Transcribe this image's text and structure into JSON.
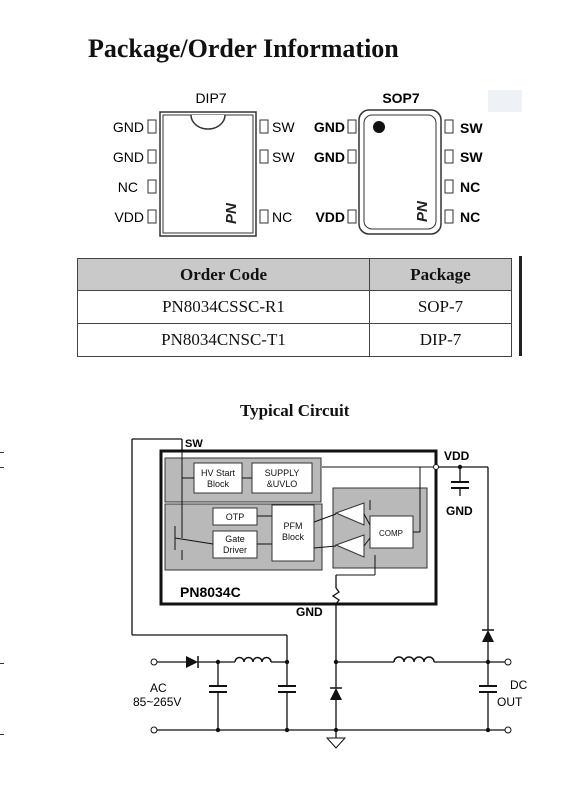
{
  "heading": "Package/Order Information",
  "dip7": {
    "name": "DIP7",
    "left_pins": [
      "GND",
      "GND",
      "NC",
      "VDD"
    ],
    "right_pins": [
      "SW",
      "SW",
      "",
      "NC"
    ]
  },
  "sop7": {
    "name": "SOP7",
    "left_pins": [
      "GND",
      "GND",
      "",
      "VDD"
    ],
    "right_pins": [
      "SW",
      "SW",
      "NC",
      "NC"
    ]
  },
  "order_table": {
    "headers": [
      "Order Code",
      "Package"
    ],
    "rows": [
      [
        "PN8034CSSC-R1",
        "SOP-7"
      ],
      [
        "PN8034CNSC-T1",
        "DIP-7"
      ]
    ]
  },
  "circuit": {
    "title": "Typical Circuit",
    "chip_name": "PN8034C",
    "labels": {
      "sw": "SW",
      "vdd": "VDD",
      "gnd_cap": "GND",
      "gnd_pin": "GND",
      "hv_start_1": "HV Start",
      "hv_start_2": "Block",
      "supply_1": "SUPPLY",
      "supply_2": "&UVLO",
      "otp": "OTP",
      "gate_1": "Gate",
      "gate_2": "Driver",
      "pfm_1": "PFM",
      "pfm_2": "Block",
      "comp": "COMP",
      "ac_1": "AC",
      "ac_2": "85~265V",
      "dc_1": "DC",
      "dc_2": "OUT"
    }
  }
}
